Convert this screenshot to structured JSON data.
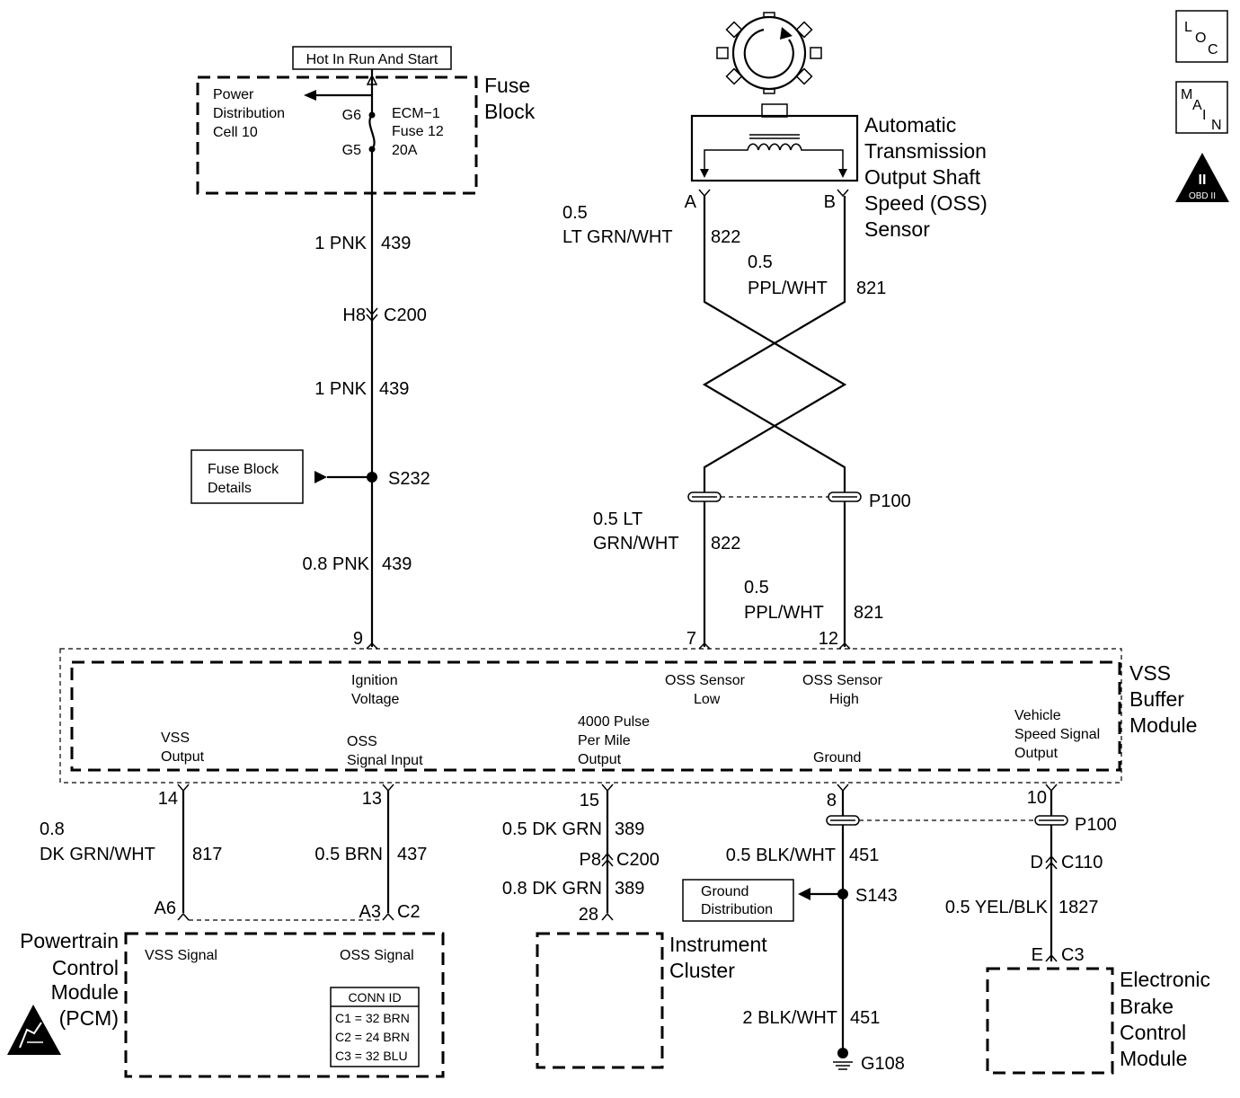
{
  "badges": {
    "loc": {
      "l1": "L",
      "l2": "O",
      "l3": "C"
    },
    "main": {
      "l1": "M",
      "l2": "A",
      "l3": "I",
      "l4": "N"
    },
    "obd": {
      "roman": "II",
      "label": "OBD II"
    }
  },
  "fuse_block": {
    "title_line1": "Fuse",
    "title_line2": "Block",
    "hot_label": "Hot In Run And Start",
    "pdc_line1": "Power",
    "pdc_line2": "Distribution",
    "pdc_line3": "Cell 10",
    "g6": "G6",
    "g5": "G5",
    "fuse_line1": "ECM−1",
    "fuse_line2": "Fuse 12",
    "fuse_line3": "20A"
  },
  "ignition_circuit": {
    "wire1_color": "1 PNK",
    "wire1_num": "439",
    "c200_pin": "H8",
    "c200": "C200",
    "wire2_color": "1 PNK",
    "wire2_num": "439",
    "splice": "S232",
    "fuse_details_line1": "Fuse Block",
    "fuse_details_line2": "Details",
    "wire3_color": "0.8 PNK",
    "wire3_num": "439",
    "pin": "9"
  },
  "oss_sensor": {
    "name_line1": "Automatic",
    "name_line2": "Transmission",
    "name_line3": "Output Shaft",
    "name_line4": "Speed (OSS)",
    "name_line5": "Sensor",
    "pin_a": "A",
    "pin_b": "B",
    "wire_a_gauge": "0.5",
    "wire_a_color": "LT GRN/WHT",
    "wire_a_num": "822",
    "wire_b_gauge": "0.5",
    "wire_b_color": "PPL/WHT",
    "wire_b_num": "821",
    "p100": "P100",
    "wire_a2_line1": "0.5 LT",
    "wire_a2_line2": "GRN/WHT",
    "wire_a2_num": "822",
    "wire_b2_gauge": "0.5",
    "wire_b2_color": "PPL/WHT",
    "wire_b2_num": "821",
    "pin_7": "7",
    "pin_12": "12"
  },
  "vss_module": {
    "title_line1": "VSS",
    "title_line2": "Buffer",
    "title_line3": "Module",
    "ign_line1": "Ignition",
    "ign_line2": "Voltage",
    "oss_low_line1": "OSS Sensor",
    "oss_low_line2": "Low",
    "oss_high_line1": "OSS Sensor",
    "oss_high_line2": "High",
    "vss_out_line1": "VSS",
    "vss_out_line2": "Output",
    "oss_in_line1": "OSS",
    "oss_in_line2": "Signal Input",
    "pulse_line1": "4000 Pulse",
    "pulse_line2": "Per Mile",
    "pulse_line3": "Output",
    "ground": "Ground",
    "vspeed_line1": "Vehicle",
    "vspeed_line2": "Speed Signal",
    "vspeed_line3": "Output"
  },
  "outputs": {
    "pin14": "14",
    "w817_gauge": "0.8",
    "w817_color": "DK GRN/WHT",
    "w817_num": "817",
    "a6": "A6",
    "pin13": "13",
    "w437_color": "0.5 BRN",
    "w437_num": "437",
    "a3": "A3",
    "c2": "C2",
    "pin15": "15",
    "w389a_color": "0.5 DK GRN",
    "w389a_num": "389",
    "p8": "P8",
    "c200": "C200",
    "w389b_color": "0.8 DK GRN",
    "w389b_num": "389",
    "pin28": "28",
    "pin8": "8",
    "w451a_color": "0.5 BLK/WHT",
    "w451a_num": "451",
    "s143": "S143",
    "gnd_dist_line1": "Ground",
    "gnd_dist_line2": "Distribution",
    "w451b_color": "2 BLK/WHT",
    "w451b_num": "451",
    "g108": "G108",
    "pin10": "10",
    "p100": "P100",
    "d": "D",
    "c110": "C110",
    "w1827_color": "0.5 YEL/BLK",
    "w1827_num": "1827",
    "e": "E",
    "c3": "C3"
  },
  "pcm": {
    "name_line1": "Powertrain",
    "name_line2": "Control",
    "name_line3": "Module",
    "name_line4": "(PCM)",
    "vss_signal": "VSS Signal",
    "oss_signal": "OSS Signal",
    "conn_title": "CONN ID",
    "conn_rows": [
      "C1  =  32 BRN",
      "C2  =  24 BRN",
      "C3  =  32 BLU"
    ]
  },
  "cluster": {
    "name_line1": "Instrument",
    "name_line2": "Cluster"
  },
  "ebcm": {
    "name_line1": "Electronic",
    "name_line2": "Brake",
    "name_line3": "Control",
    "name_line4": "Module"
  }
}
